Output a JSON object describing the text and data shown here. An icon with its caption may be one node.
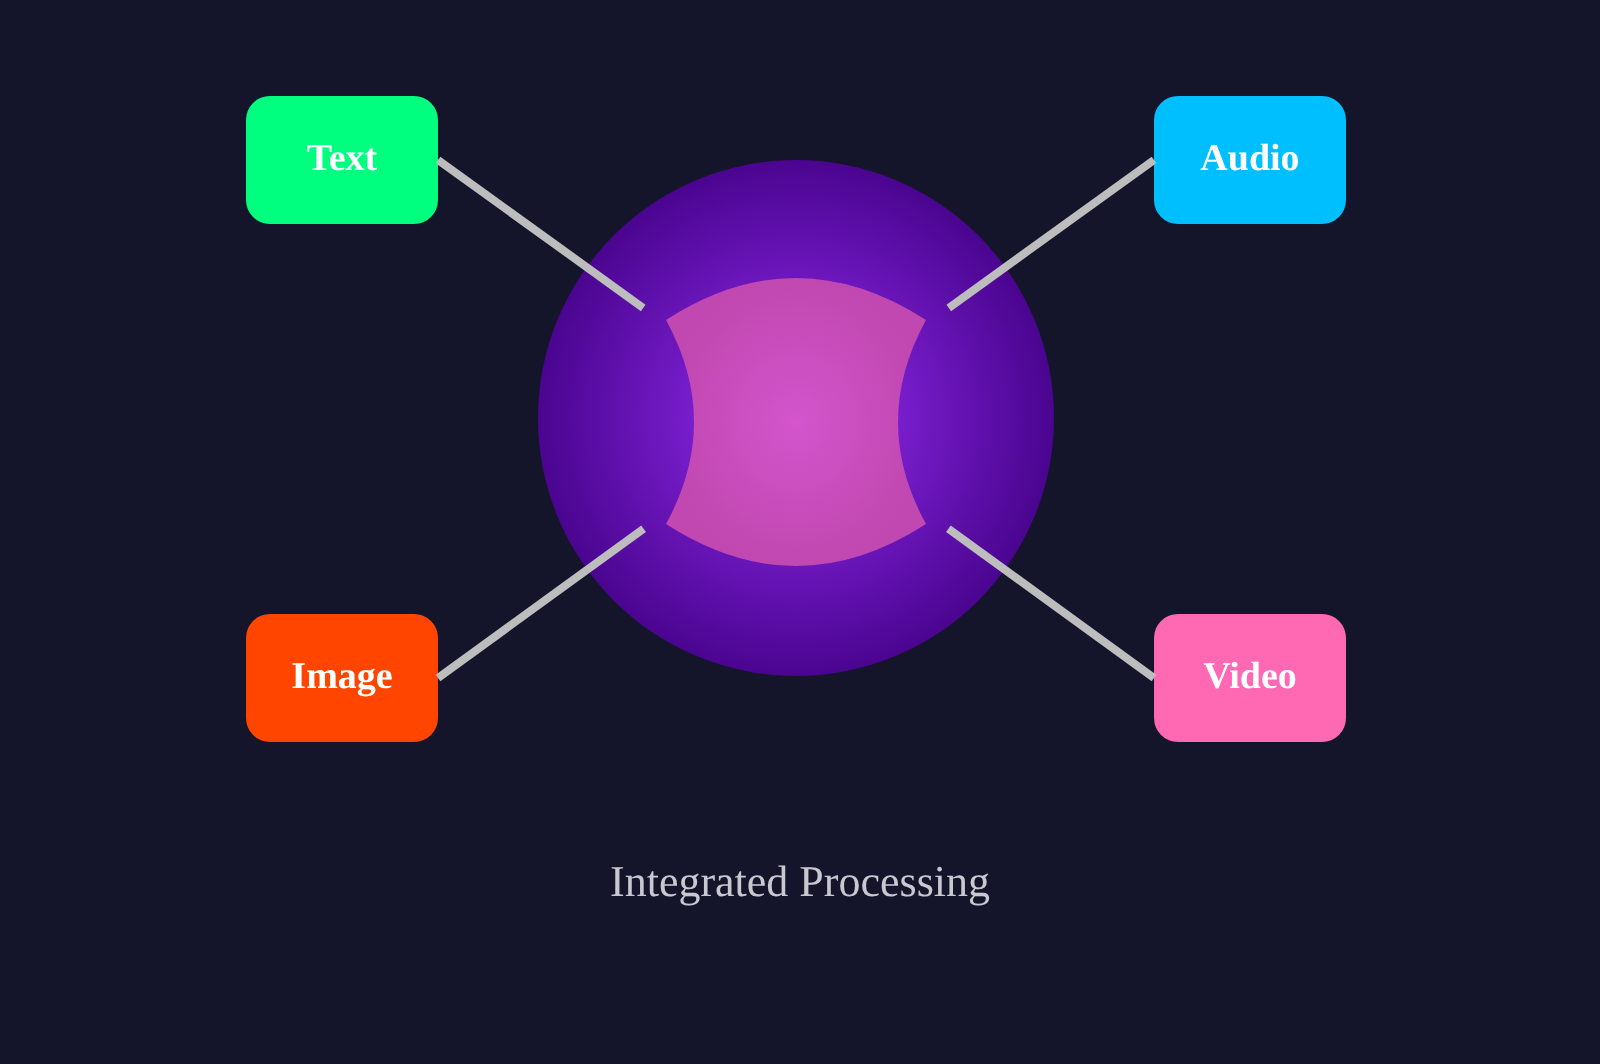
{
  "diagram": {
    "caption": "Integrated Processing",
    "nodes": [
      {
        "text": [
          "Text"
        ]
      },
      {
        "text": [
          "Audio"
        ]
      },
      {
        "text": [],
        "shape": "circle"
      },
      {
        "text": [
          "Image"
        ]
      },
      {
        "text": [
          "Video"
        ]
      }
    ],
    "edges": [
      {
        "from": 0,
        "to": 2,
        "arrow": "none"
      },
      {
        "from": 1,
        "to": 2,
        "arrow": "none"
      },
      {
        "from": 3,
        "to": 2,
        "arrow": "none"
      },
      {
        "from": 4,
        "to": 2,
        "arrow": "none"
      }
    ]
  }
}
